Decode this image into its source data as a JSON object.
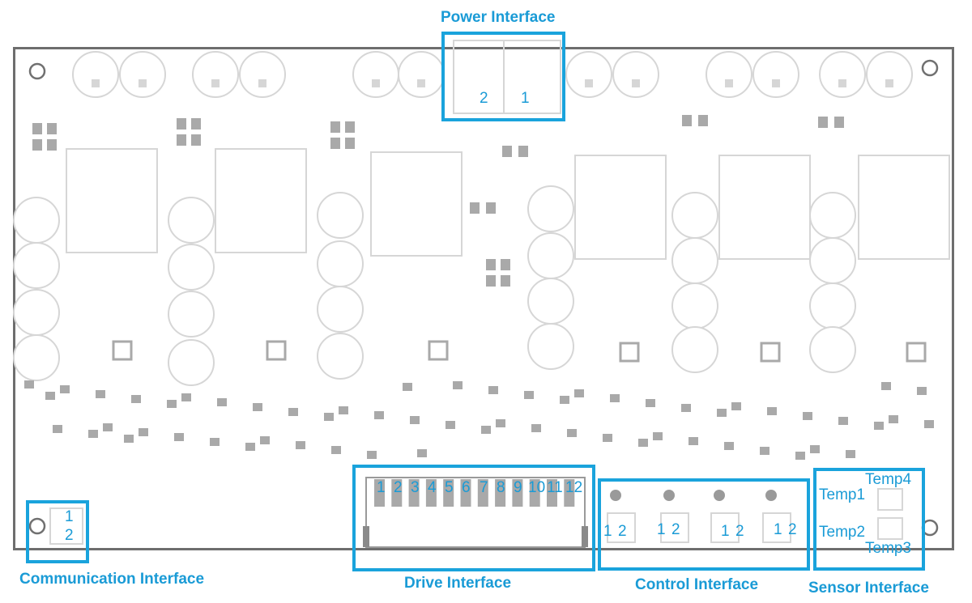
{
  "colors": {
    "accent": "#1aa3dc",
    "text": "#1a9bd6",
    "board_outline": "#6e6e6e",
    "component_dark": "#a9a9a9",
    "component_light": "#d6d6d6"
  },
  "interfaces": {
    "power": {
      "label": "Power Interface",
      "pins": [
        "2",
        "1"
      ]
    },
    "communication": {
      "label": "Communication Interface",
      "pins": [
        "1",
        "2"
      ]
    },
    "drive": {
      "label": "Drive Interface",
      "pins": [
        "1",
        "2",
        "3",
        "4",
        "5",
        "6",
        "7",
        "8",
        "9",
        "10",
        "11",
        "12"
      ]
    },
    "control": {
      "label": "Control Interface",
      "groups": [
        [
          "1",
          "2"
        ],
        [
          "1",
          "2"
        ],
        [
          "1",
          "2"
        ],
        [
          "1",
          "2"
        ]
      ]
    },
    "sensor": {
      "label": "Sensor Interface",
      "pins": [
        "Temp4",
        "Temp1",
        "Temp2",
        "Temp3"
      ]
    }
  }
}
